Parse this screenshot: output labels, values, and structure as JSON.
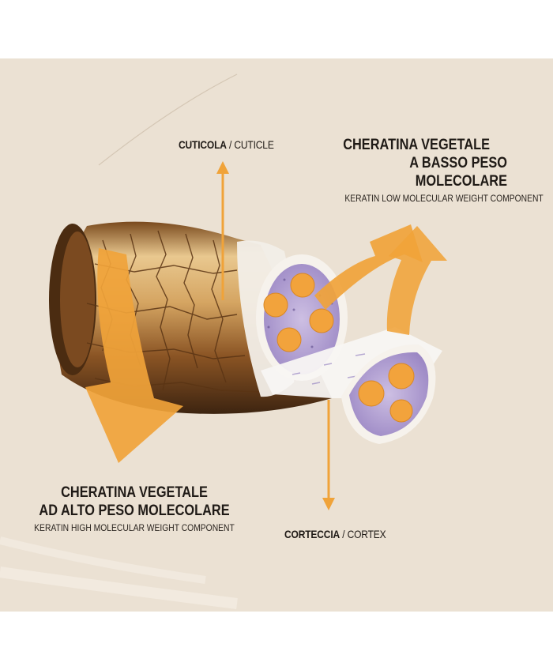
{
  "labels": {
    "cuticle": {
      "it": "CUTICOLA",
      "separator": "/",
      "en": "CUTICLE"
    },
    "cortex": {
      "it": "CORTECCIA",
      "separator": "/",
      "en": "CORTEX"
    },
    "low_weight": {
      "line1": "CHERATINA VEGETALE",
      "line2": "A BASSO PESO MOLECOLARE",
      "sub": "KERATIN LOW MOLECULAR WEIGHT COMPONENT"
    },
    "high_weight": {
      "line1": "CHERATINA VEGETALE",
      "line2": "AD ALTO PESO MOLECOLARE",
      "sub": "KERATIN HIGH MOLECULAR WEIGHT COMPONENT"
    }
  },
  "colors": {
    "background": "#ebe1d3",
    "arrow": "#f0a339",
    "hair_dark": "#5a3414",
    "hair_light": "#e8c58a",
    "cortex": "#b9a9d4",
    "fiber": "#f2a33c"
  },
  "icons": [
    "arrow-up-icon",
    "arrow-down-icon",
    "curved-arrow-up-icon",
    "curved-arrow-down-icon"
  ]
}
